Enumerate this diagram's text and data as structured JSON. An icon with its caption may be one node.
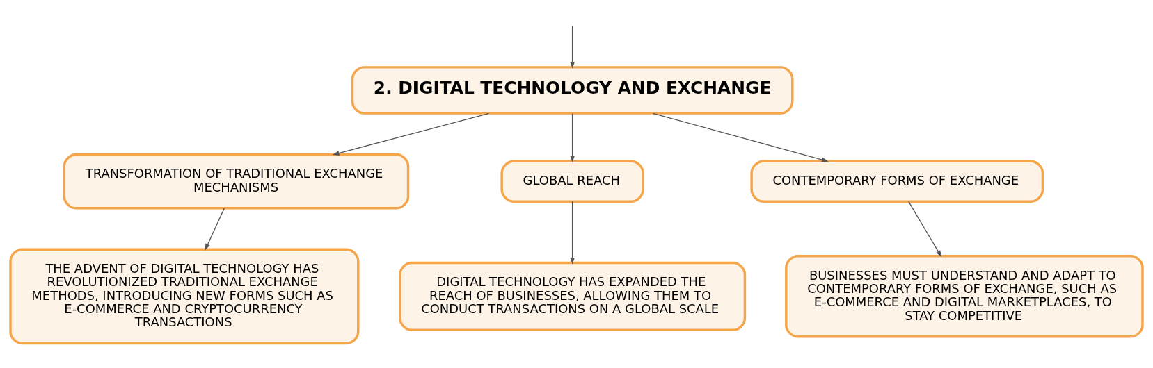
{
  "diagram": {
    "nodes": [
      {
        "text": [
          "2. DIGITAL TECHNOLOGY AND EXCHANGE"
        ]
      },
      {
        "text": [
          "TRANSFORMATION OF TRADITIONAL EXCHANGE MECHANISMS"
        ]
      },
      {
        "text": [
          "GLOBAL REACH"
        ]
      },
      {
        "text": [
          "CONTEMPORARY FORMS OF EXCHANGE"
        ]
      },
      {
        "text": [
          "THE ADVENT OF DIGITAL TECHNOLOGY HAS REVOLUTIONIZED TRADITIONAL EXCHANGE METHODS, INTRODUCING NEW FORMS SUCH AS E-COMMERCE AND CRYPTOCURRENCY TRANSACTIONS"
        ]
      },
      {
        "text": [
          "DIGITAL TECHNOLOGY HAS EXPANDED THE REACH OF BUSINESSES, ALLOWING THEM TO CONDUCT TRANSACTIONS ON A GLOBAL SCALE"
        ]
      },
      {
        "text": [
          "BUSINESSES MUST UNDERSTAND AND ADAPT TO CONTEMPORARY FORMS OF EXCHANGE, SUCH AS E-COMMERCE AND DIGITAL MARKETPLACES, TO STAY COMPETITIVE"
        ]
      }
    ],
    "edges": [
      {
        "from": null,
        "to": 0,
        "arrow": "to"
      },
      {
        "from": 0,
        "to": 1,
        "arrow": "to"
      },
      {
        "from": 0,
        "to": 2,
        "arrow": "to"
      },
      {
        "from": 0,
        "to": 3,
        "arrow": "to"
      },
      {
        "from": 1,
        "to": 4,
        "arrow": "to"
      },
      {
        "from": 2,
        "to": 5,
        "arrow": "to"
      },
      {
        "from": 3,
        "to": 6,
        "arrow": "to"
      }
    ]
  }
}
